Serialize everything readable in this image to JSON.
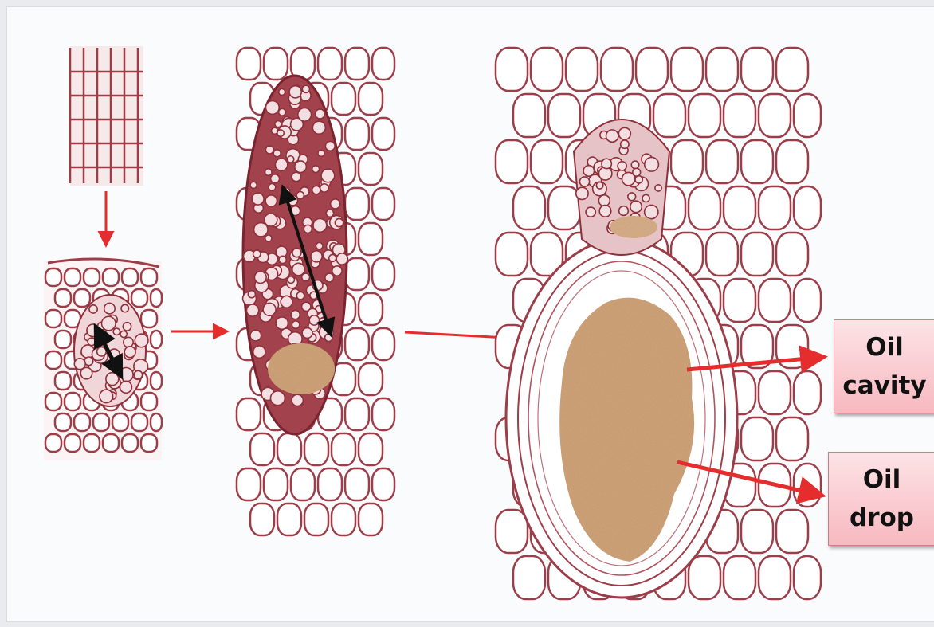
{
  "labels": {
    "oil_cavity": [
      "Oil",
      "cavity"
    ],
    "oil_drop": [
      "Oil",
      "drop"
    ]
  },
  "colors": {
    "cell_wall": "#9d3d48",
    "dense_tissue": "#8e2f3a",
    "oil": "#d2a57a",
    "arrow_red": "#e52d2d",
    "arrow_black": "#111111",
    "label_fill": "#f9c5cb"
  },
  "icons": {
    "stage_arrow": "red-right-arrow",
    "growth_arrow": "black-double-headed-arrow"
  }
}
